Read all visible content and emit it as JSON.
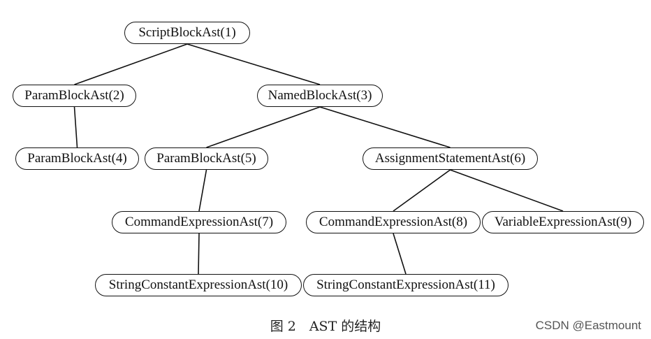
{
  "nodes": [
    {
      "id": "n1",
      "label": "ScriptBlockAst(1)"
    },
    {
      "id": "n2",
      "label": "ParamBlockAst(2)"
    },
    {
      "id": "n3",
      "label": "NamedBlockAst(3)"
    },
    {
      "id": "n4",
      "label": "ParamBlockAst(4)"
    },
    {
      "id": "n5",
      "label": "ParamBlockAst(5)"
    },
    {
      "id": "n6",
      "label": "AssignmentStatementAst(6)"
    },
    {
      "id": "n7",
      "label": "CommandExpressionAst(7)"
    },
    {
      "id": "n8",
      "label": "CommandExpressionAst(8)"
    },
    {
      "id": "n9",
      "label": "VariableExpressionAst(9)"
    },
    {
      "id": "n10",
      "label": "StringConstantExpressionAst(10)"
    },
    {
      "id": "n11",
      "label": "StringConstantExpressionAst(11)"
    }
  ],
  "edges": [
    [
      "n1",
      "n2"
    ],
    [
      "n1",
      "n3"
    ],
    [
      "n2",
      "n4"
    ],
    [
      "n3",
      "n5"
    ],
    [
      "n3",
      "n6"
    ],
    [
      "n5",
      "n7"
    ],
    [
      "n6",
      "n8"
    ],
    [
      "n6",
      "n9"
    ],
    [
      "n7",
      "n10"
    ],
    [
      "n8",
      "n11"
    ]
  ],
  "caption": "图 2　AST 的结构",
  "watermark": "CSDN @Eastmount"
}
